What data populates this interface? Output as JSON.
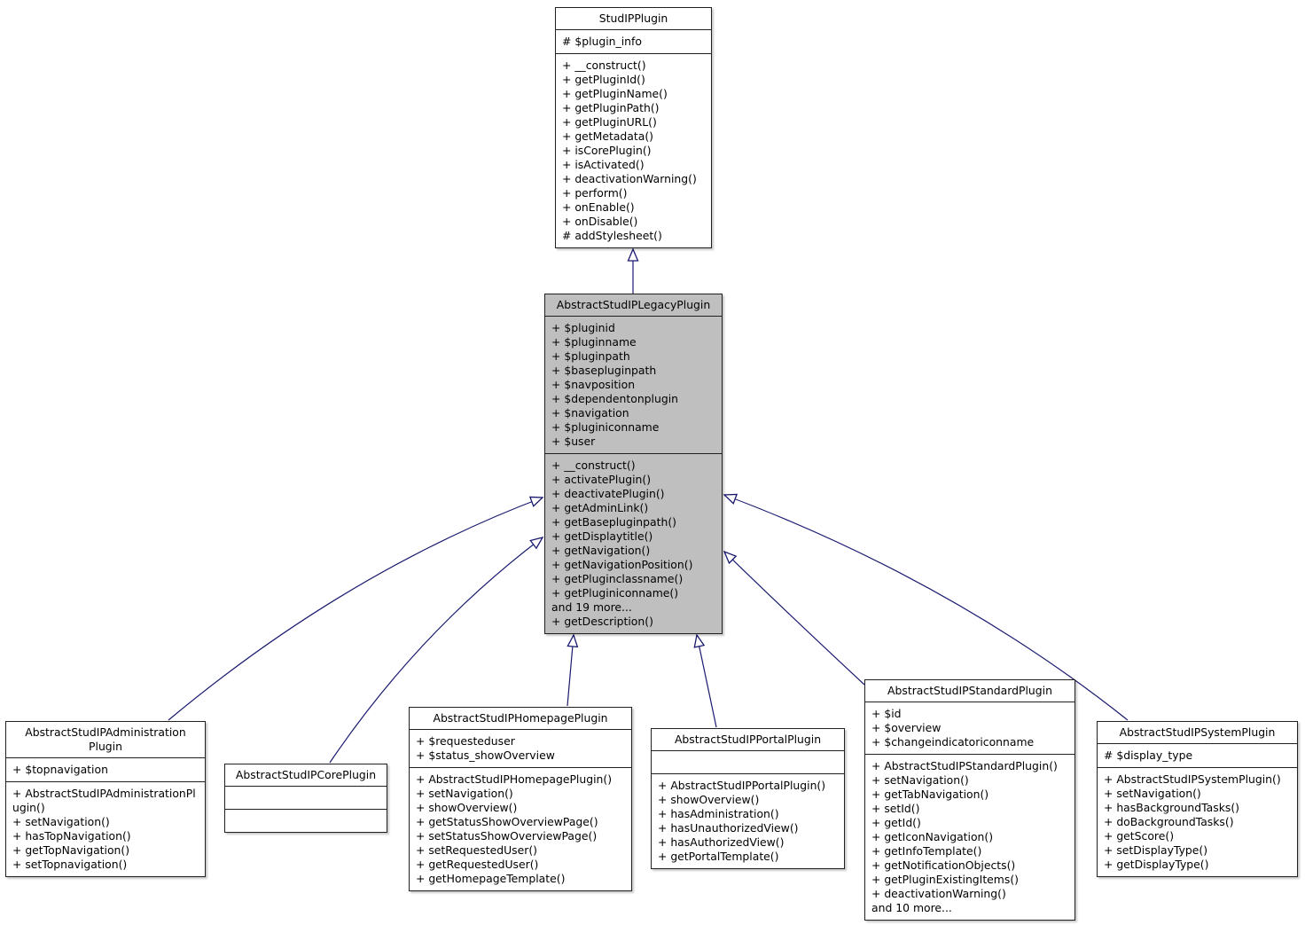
{
  "diagram": {
    "type": "uml-class-inheritance",
    "edge_color": "#191970",
    "node_fill": "#ffffff",
    "highlight_fill": "#bfbfbf",
    "border_color": "#202020"
  },
  "classes": [
    {
      "name": "StudIPPlugin",
      "title": "StudIPPlugin",
      "highlighted": false,
      "attributes": [
        "# $plugin_info"
      ],
      "methods": [
        "+ __construct()",
        "+ getPluginId()",
        "+ getPluginName()",
        "+ getPluginPath()",
        "+ getPluginURL()",
        "+ getMetadata()",
        "+ isCorePlugin()",
        "+ isActivated()",
        "+ deactivationWarning()",
        "+ perform()",
        "+ onEnable()",
        "+ onDisable()",
        "# addStylesheet()"
      ]
    },
    {
      "name": "AbstractStudIPLegacyPlugin",
      "title": "AbstractStudIPLegacyPlugin",
      "highlighted": true,
      "attributes": [
        "+ $pluginid",
        "+ $pluginname",
        "+ $pluginpath",
        "+ $basepluginpath",
        "+ $navposition",
        "+ $dependentonplugin",
        "+ $navigation",
        "+ $pluginiconname",
        "+ $user"
      ],
      "methods": [
        "+ __construct()",
        "+ activatePlugin()",
        "+ deactivatePlugin()",
        "+ getAdminLink()",
        "+ getBasepluginpath()",
        "+ getDisplaytitle()",
        "+ getNavigation()",
        "+ getNavigationPosition()",
        "+ getPluginclassname()",
        "+ getPluginiconname()",
        "and 19 more...",
        "+ getDescription()"
      ]
    },
    {
      "name": "AbstractStudIPAdministrationPlugin",
      "title": "AbstractStudIPAdministration\nPlugin",
      "highlighted": false,
      "attributes": [
        "+ $topnavigation"
      ],
      "methods": [
        "+ AbstractStudIPAdministrationPlugin()",
        "+ setNavigation()",
        "+ hasTopNavigation()",
        "+ getTopNavigation()",
        "+ setTopnavigation()"
      ]
    },
    {
      "name": "AbstractStudIPCorePlugin",
      "title": "AbstractStudIPCorePlugin",
      "highlighted": false,
      "attributes": [],
      "methods": []
    },
    {
      "name": "AbstractStudIPHomepagePlugin",
      "title": "AbstractStudIPHomepagePlugin",
      "highlighted": false,
      "attributes": [
        "+ $requesteduser",
        "+ $status_showOverview"
      ],
      "methods": [
        "+ AbstractStudIPHomepagePlugin()",
        "+ setNavigation()",
        "+ showOverview()",
        "+ getStatusShowOverviewPage()",
        "+ setStatusShowOverviewPage()",
        "+ setRequestedUser()",
        "+ getRequestedUser()",
        "+ getHomepageTemplate()"
      ]
    },
    {
      "name": "AbstractStudIPPortalPlugin",
      "title": "AbstractStudIPPortalPlugin",
      "highlighted": false,
      "attributes": [],
      "methods": [
        "+ AbstractStudIPPortalPlugin()",
        "+ showOverview()",
        "+ hasAdministration()",
        "+ hasUnauthorizedView()",
        "+ hasAuthorizedView()",
        "+ getPortalTemplate()"
      ]
    },
    {
      "name": "AbstractStudIPStandardPlugin",
      "title": "AbstractStudIPStandardPlugin",
      "highlighted": false,
      "attributes": [
        "+ $id",
        "+ $overview",
        "+ $changeindicatoriconname"
      ],
      "methods": [
        "+ AbstractStudIPStandardPlugin()",
        "+ setNavigation()",
        "+ getTabNavigation()",
        "+ setId()",
        "+ getId()",
        "+ getIconNavigation()",
        "+ getInfoTemplate()",
        "+ getNotificationObjects()",
        "+ getPluginExistingItems()",
        "+ deactivationWarning()",
        "and 10 more..."
      ]
    },
    {
      "name": "AbstractStudIPSystemPlugin",
      "title": "AbstractStudIPSystemPlugin",
      "highlighted": false,
      "attributes": [
        "# $display_type"
      ],
      "methods": [
        "+ AbstractStudIPSystemPlugin()",
        "+ setNavigation()",
        "+ hasBackgroundTasks()",
        "+ doBackgroundTasks()",
        "+ getScore()",
        "+ setDisplayType()",
        "+ getDisplayType()"
      ]
    }
  ],
  "edges": [
    {
      "from": "AbstractStudIPLegacyPlugin",
      "to": "StudIPPlugin",
      "type": "inheritance"
    },
    {
      "from": "AbstractStudIPAdministrationPlugin",
      "to": "AbstractStudIPLegacyPlugin",
      "type": "inheritance"
    },
    {
      "from": "AbstractStudIPCorePlugin",
      "to": "AbstractStudIPLegacyPlugin",
      "type": "inheritance"
    },
    {
      "from": "AbstractStudIPHomepagePlugin",
      "to": "AbstractStudIPLegacyPlugin",
      "type": "inheritance"
    },
    {
      "from": "AbstractStudIPPortalPlugin",
      "to": "AbstractStudIPLegacyPlugin",
      "type": "inheritance"
    },
    {
      "from": "AbstractStudIPStandardPlugin",
      "to": "AbstractStudIPLegacyPlugin",
      "type": "inheritance"
    },
    {
      "from": "AbstractStudIPSystemPlugin",
      "to": "AbstractStudIPLegacyPlugin",
      "type": "inheritance"
    }
  ]
}
